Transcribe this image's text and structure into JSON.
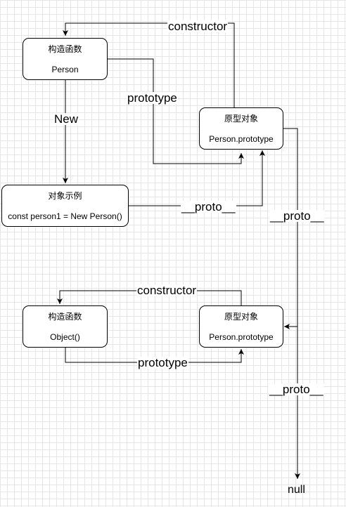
{
  "nodes": {
    "constructor_person": {
      "title": "构造函数",
      "subtitle": "Person"
    },
    "prototype_person": {
      "title": "原型对象",
      "subtitle": "Person.prototype"
    },
    "instance": {
      "title": "对象示例",
      "subtitle": "const person1 = New Person()"
    },
    "constructor_object": {
      "title": "构造函数",
      "subtitle": "Object()"
    },
    "prototype_object": {
      "title": "原型对象",
      "subtitle": "Person.prototype"
    }
  },
  "edges": {
    "constructor_top": "constructor",
    "prototype_top": "prototype",
    "new": "New",
    "proto_instance": "__proto__",
    "proto_right": "__proto__",
    "constructor_bottom": "constructor",
    "prototype_bottom": "prototype",
    "proto_bottom": "__proto__"
  },
  "terminal": {
    "null_label": "null"
  },
  "colors": {
    "stroke": "#000000",
    "grid": "#e6e6e6",
    "background": "#ffffff"
  }
}
